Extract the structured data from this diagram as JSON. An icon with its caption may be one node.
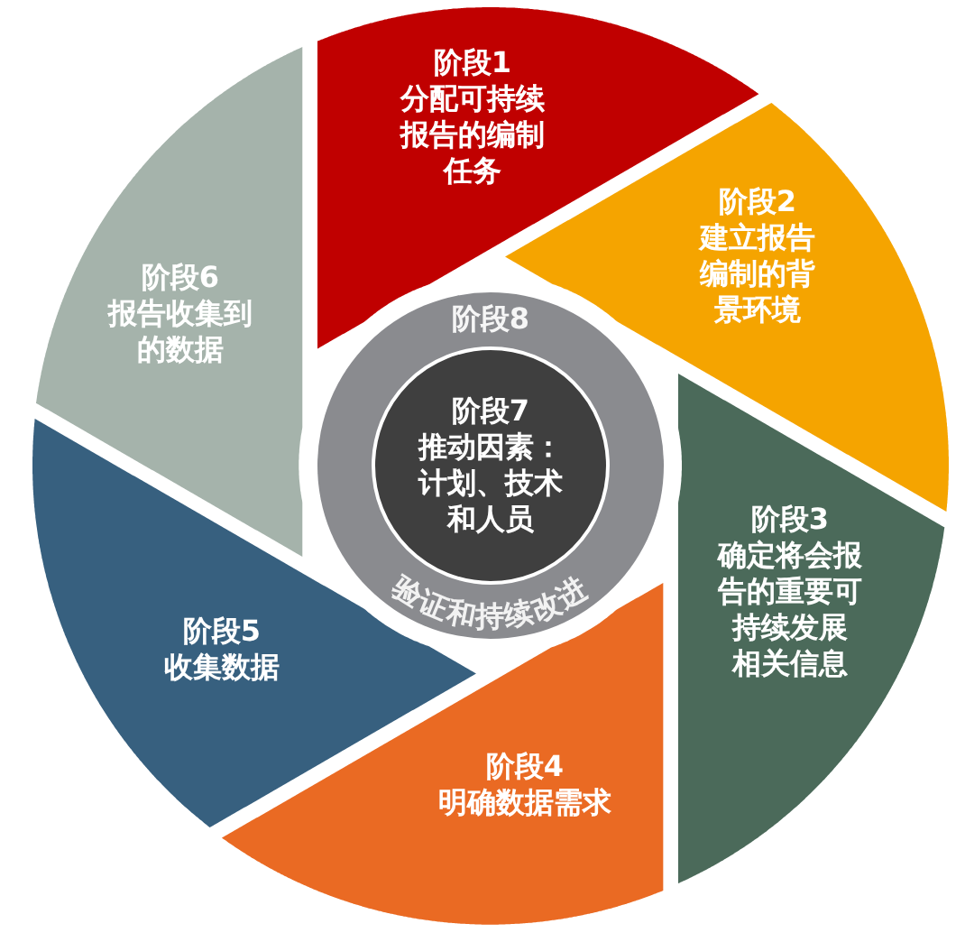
{
  "diagram": {
    "nodes": [
      {
        "text": [
          "阶段1",
          "分配可持续报告的编制任务"
        ]
      },
      {
        "text": [
          "阶段2",
          "建立报告编制的背景环境"
        ]
      },
      {
        "text": [
          "阶段3",
          "确定将会报告的重要可持续发展相关信息"
        ]
      },
      {
        "text": [
          "阶段4",
          "明确数据需求"
        ]
      },
      {
        "text": [
          "阶段5",
          "收集数据"
        ]
      },
      {
        "text": [
          "阶段6",
          "报告收集到的数据"
        ]
      },
      {
        "text": [
          "阶段8",
          "验证和持续改进"
        ]
      },
      {
        "text": [
          "阶段7",
          "推动因素：计划、技术和人员"
        ],
        "in": 6
      }
    ]
  }
}
